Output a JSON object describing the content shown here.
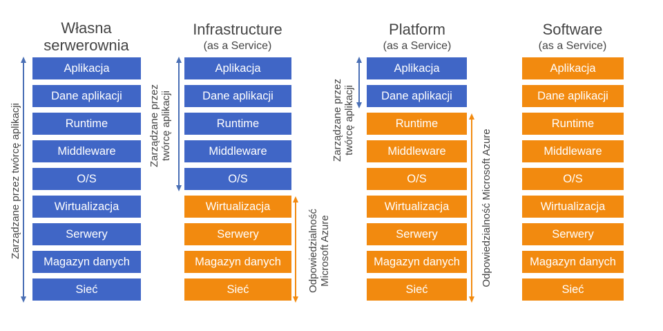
{
  "columns": [
    {
      "title": "Własna serwerownia",
      "title_line1": "Własna",
      "title_line2": "serwerownia",
      "subtitle": "",
      "layers": [
        {
          "label": "Aplikacja",
          "color": "blue"
        },
        {
          "label": "Dane aplikacji",
          "color": "blue"
        },
        {
          "label": "Runtime",
          "color": "blue"
        },
        {
          "label": "Middleware",
          "color": "blue"
        },
        {
          "label": "O/S",
          "color": "blue"
        },
        {
          "label": "Wirtualizacja",
          "color": "blue"
        },
        {
          "label": "Serwery",
          "color": "blue"
        },
        {
          "label": "Magazyn danych",
          "color": "blue"
        },
        {
          "label": "Sieć",
          "color": "blue"
        }
      ]
    },
    {
      "title": "Infrastructure",
      "subtitle": "(as a Service)",
      "layers": [
        {
          "label": "Aplikacja",
          "color": "blue"
        },
        {
          "label": "Dane aplikacji",
          "color": "blue"
        },
        {
          "label": "Runtime",
          "color": "blue"
        },
        {
          "label": "Middleware",
          "color": "blue"
        },
        {
          "label": "O/S",
          "color": "blue"
        },
        {
          "label": "Wirtualizacja",
          "color": "orange"
        },
        {
          "label": "Serwery",
          "color": "orange"
        },
        {
          "label": "Magazyn danych",
          "color": "orange"
        },
        {
          "label": "Sieć",
          "color": "orange"
        }
      ]
    },
    {
      "title": "Platform",
      "subtitle": "(as a Service)",
      "layers": [
        {
          "label": "Aplikacja",
          "color": "blue"
        },
        {
          "label": "Dane aplikacji",
          "color": "blue"
        },
        {
          "label": "Runtime",
          "color": "orange"
        },
        {
          "label": "Middleware",
          "color": "orange"
        },
        {
          "label": "O/S",
          "color": "orange"
        },
        {
          "label": "Wirtualizacja",
          "color": "orange"
        },
        {
          "label": "Serwery",
          "color": "orange"
        },
        {
          "label": "Magazyn danych",
          "color": "orange"
        },
        {
          "label": "Sieć",
          "color": "orange"
        }
      ]
    },
    {
      "title": "Software",
      "subtitle": "(as a Service)",
      "layers": [
        {
          "label": "Aplikacja",
          "color": "orange"
        },
        {
          "label": "Dane aplikacji",
          "color": "orange"
        },
        {
          "label": "Runtime",
          "color": "orange"
        },
        {
          "label": "Middleware",
          "color": "orange"
        },
        {
          "label": "O/S",
          "color": "orange"
        },
        {
          "label": "Wirtualizacja",
          "color": "orange"
        },
        {
          "label": "Serwery",
          "color": "orange"
        },
        {
          "label": "Magazyn danych",
          "color": "orange"
        },
        {
          "label": "Sieć",
          "color": "orange"
        }
      ]
    }
  ],
  "annotations": {
    "onprem_app": "Zarządzane przez twórcę aplikacji",
    "iaas_app_line1": "Zarządzane przez",
    "iaas_app_line2": "twórcę aplikacji",
    "iaas_azure_line1": "Odpowiedzialność",
    "iaas_azure_line2": "Microsoft Azure",
    "paas_app_line1": "Zarządzane przez",
    "paas_app_line2": "twórcę aplikacji",
    "paas_azure": "Odpowiedzialność  Microsoft Azure"
  },
  "colors": {
    "blue": "#4066c6",
    "orange": "#f28a0f",
    "arrow_blue": "#4a6fb5",
    "arrow_orange": "#f28a0f"
  }
}
